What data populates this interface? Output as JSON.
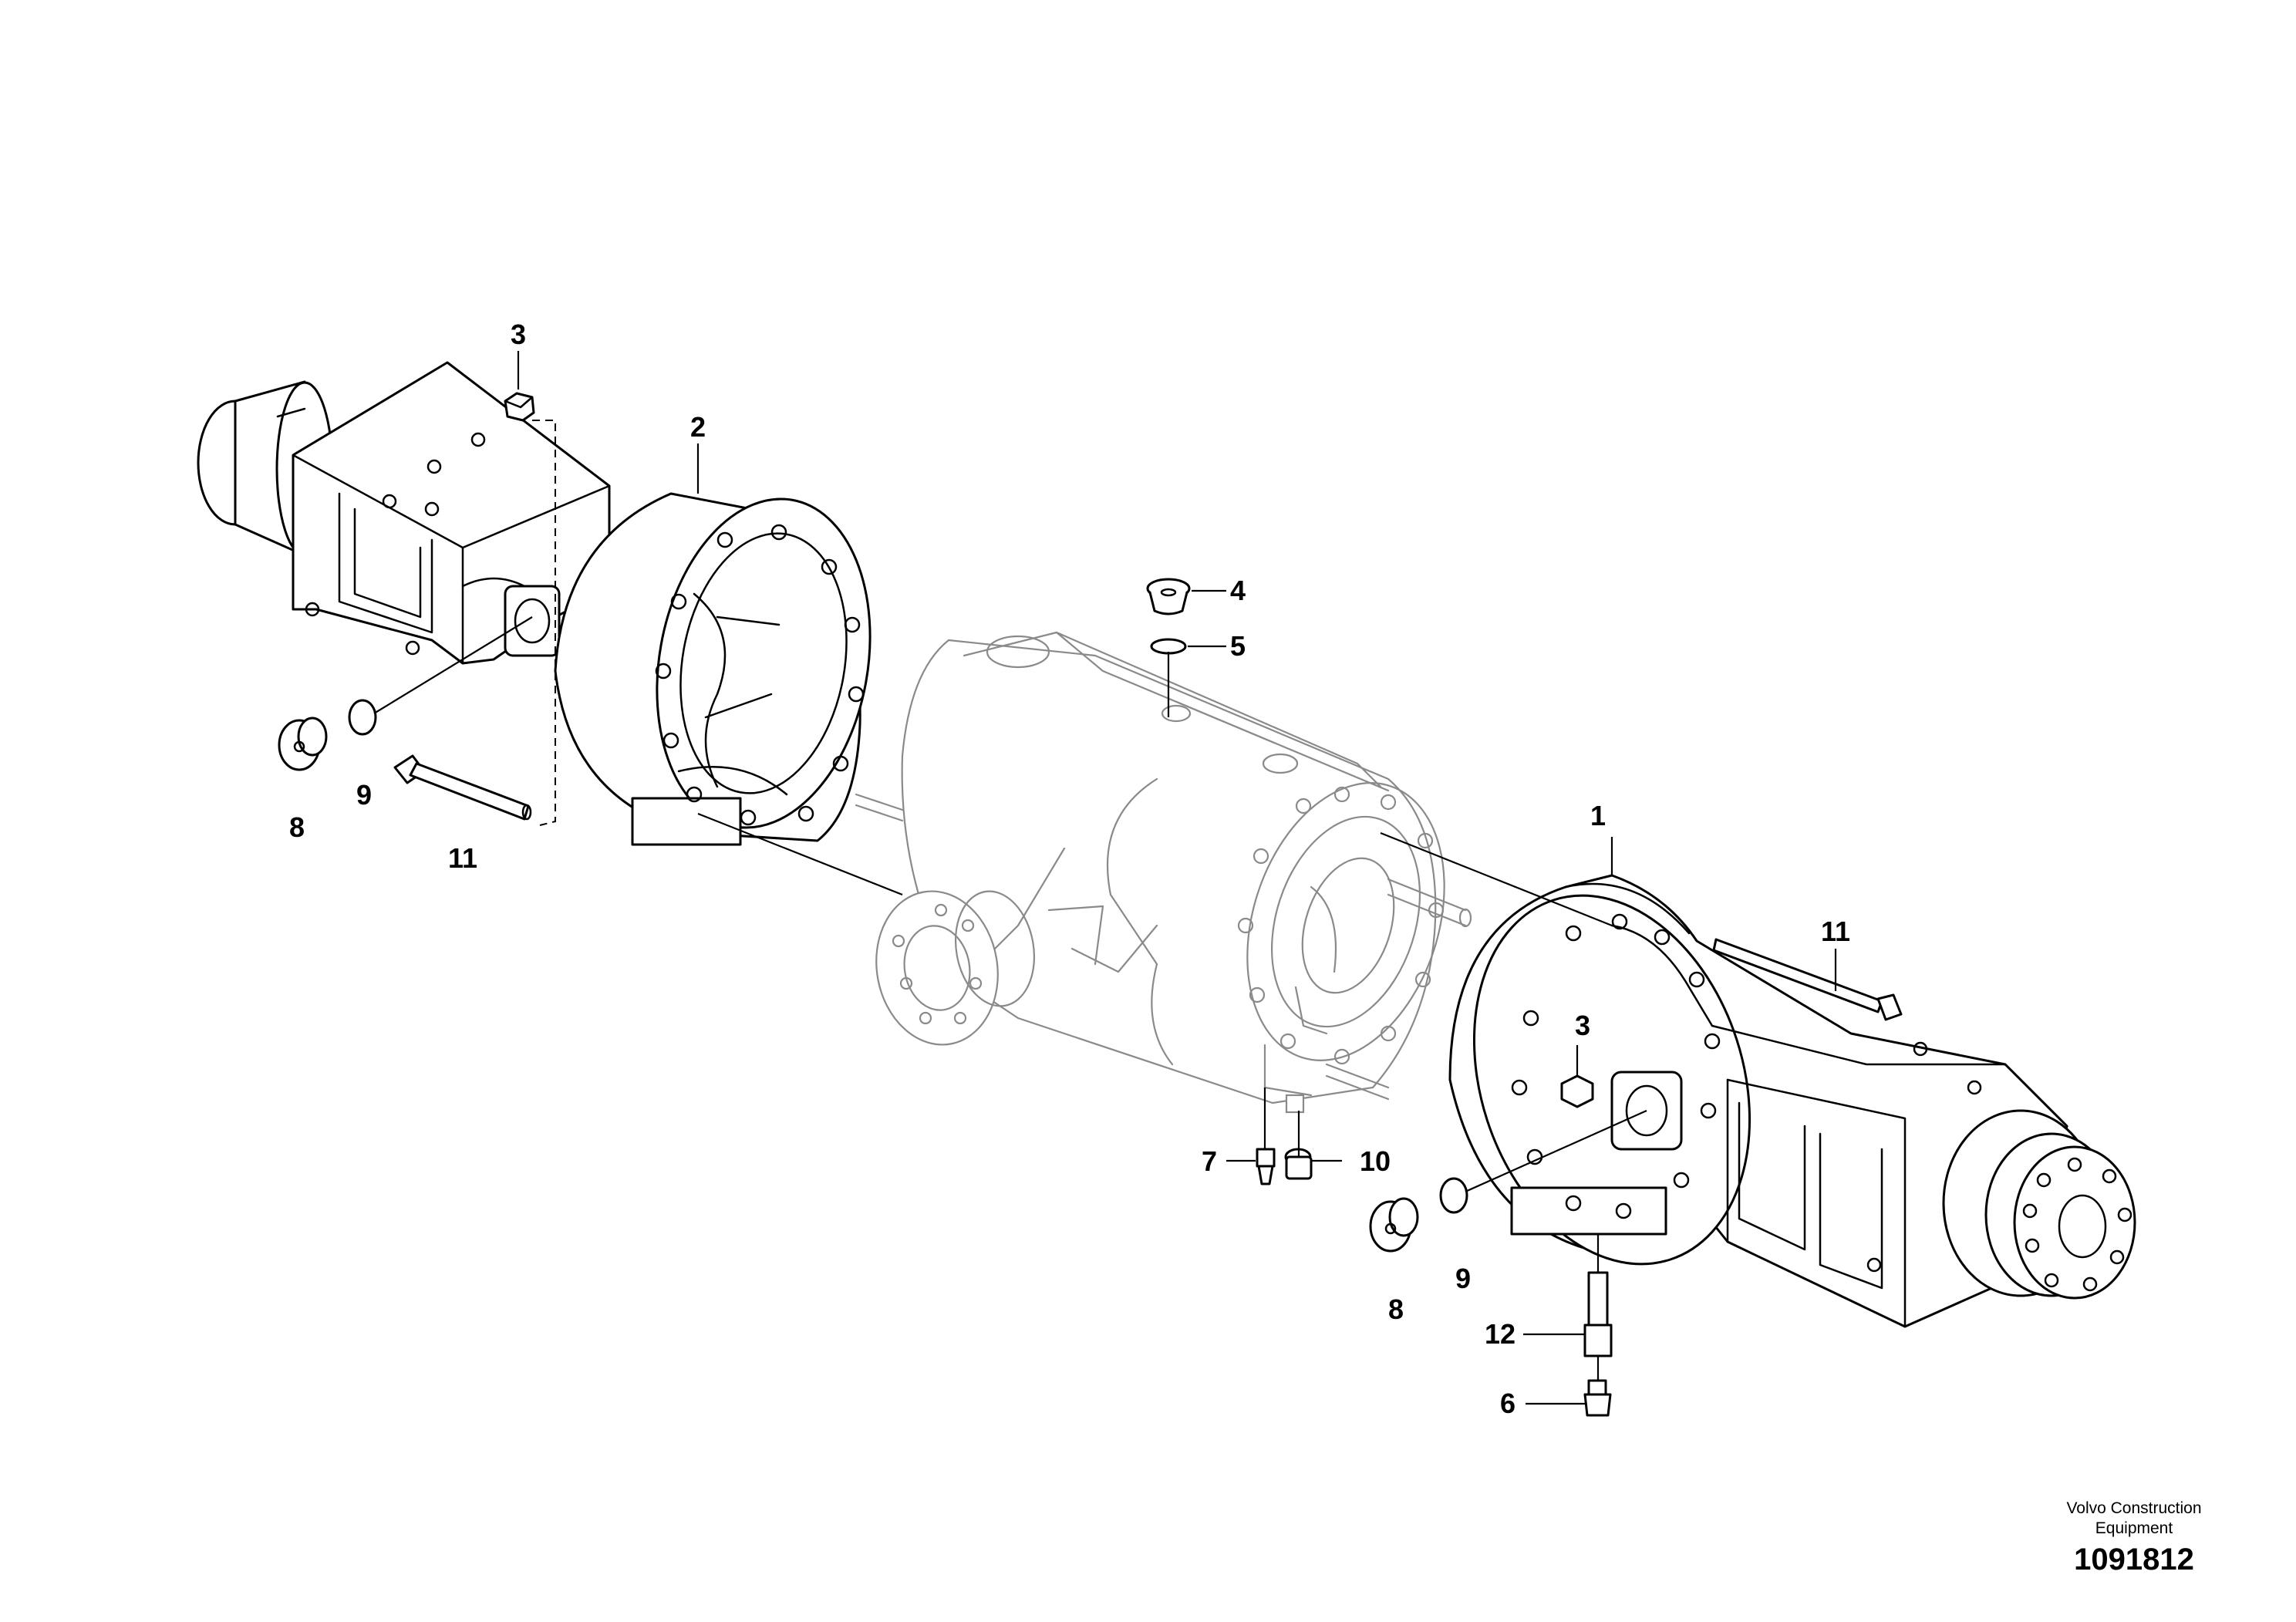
{
  "callouts": [
    {
      "id": "c3a",
      "label": "3"
    },
    {
      "id": "c2",
      "label": "2"
    },
    {
      "id": "c4",
      "label": "4"
    },
    {
      "id": "c5",
      "label": "5"
    },
    {
      "id": "c8a",
      "label": "8"
    },
    {
      "id": "c9a",
      "label": "9"
    },
    {
      "id": "c11a",
      "label": "11"
    },
    {
      "id": "c1",
      "label": "1"
    },
    {
      "id": "c11b",
      "label": "11"
    },
    {
      "id": "c3b",
      "label": "3"
    },
    {
      "id": "c7",
      "label": "7"
    },
    {
      "id": "c10",
      "label": "10"
    },
    {
      "id": "c8b",
      "label": "8"
    },
    {
      "id": "c9b",
      "label": "9"
    },
    {
      "id": "c12",
      "label": "12"
    },
    {
      "id": "c6",
      "label": "6"
    }
  ],
  "footer": {
    "brand_line1": "Volvo Construction",
    "brand_line2": "Equipment",
    "figure_number": "1091812"
  }
}
